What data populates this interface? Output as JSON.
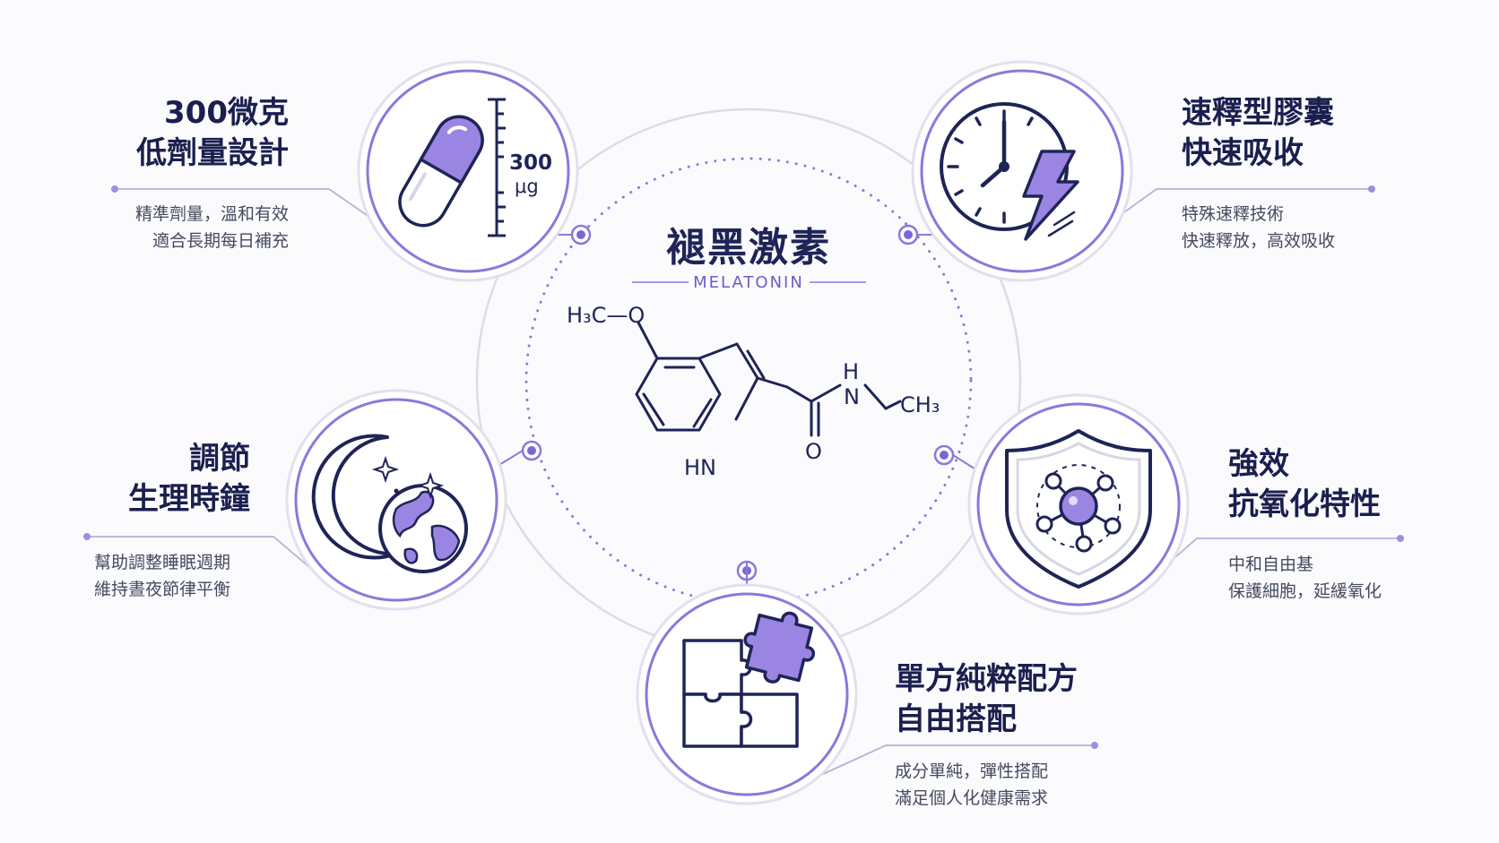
{
  "center": {
    "title": "褪黑激素",
    "subtitle": "MELATONIN",
    "molecule": {
      "methoxy": "H₃C—O",
      "amide_h": "H",
      "amide_n": "N",
      "methyl": "CH₃",
      "carbonyl_o": "O",
      "indole_nh": "HN"
    }
  },
  "features": [
    {
      "id": "dose",
      "title_lines": [
        "300微克",
        "低劑量設計"
      ],
      "desc_lines": [
        "精準劑量，溫和有效",
        "適合長期每日補充"
      ],
      "icon": "capsule-scale-icon",
      "icon_label_value": "300",
      "icon_label_unit": "μg"
    },
    {
      "id": "capsule",
      "title_lines": [
        "速釋型膠囊",
        "快速吸收"
      ],
      "desc_lines": [
        "特殊速釋技術",
        "快速釋放，高效吸收"
      ],
      "icon": "clock-lightning-icon"
    },
    {
      "id": "circadian",
      "title_lines": [
        "調節",
        "生理時鐘"
      ],
      "desc_lines": [
        "幫助調整睡眠週期",
        "維持晝夜節律平衡"
      ],
      "icon": "moon-earth-icon"
    },
    {
      "id": "antioxidant",
      "title_lines": [
        "強效",
        "抗氧化特性"
      ],
      "desc_lines": [
        "中和自由基",
        "保護細胞，延緩氧化"
      ],
      "icon": "shield-molecule-icon"
    },
    {
      "id": "formula",
      "title_lines": [
        "單方純粹配方",
        "自由搭配"
      ],
      "desc_lines": [
        "成分單純，彈性搭配",
        "滿足個人化健康需求"
      ],
      "icon": "puzzle-icon"
    }
  ],
  "colors": {
    "accent": "#7a66d6",
    "accent_light": "#b9aee9",
    "navy": "#1a1f4e",
    "ring": "#d9d9e3",
    "text": "#444a5e"
  }
}
